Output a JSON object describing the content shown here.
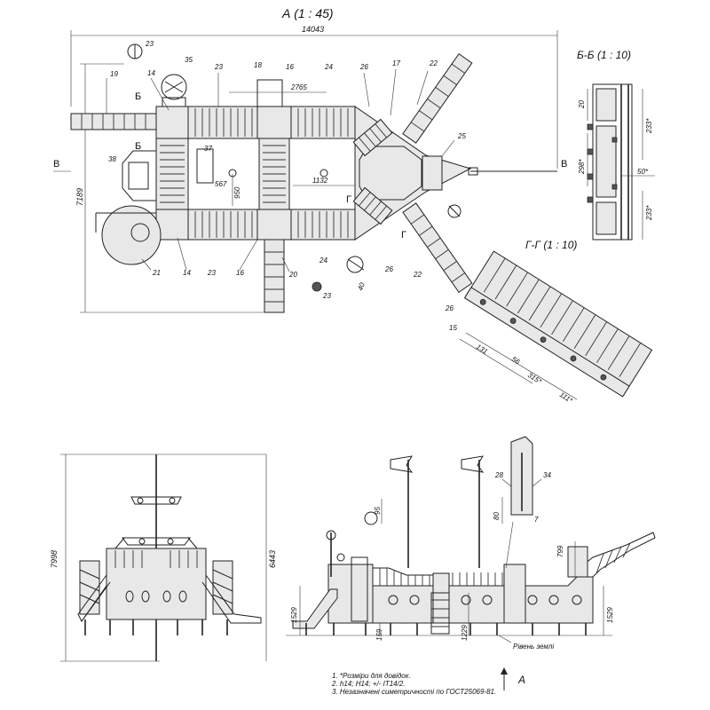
{
  "views": {
    "plan_title": "А (1 : 45)",
    "section_bb_title": "Б-Б (1 : 10)",
    "section_gg_title": "Г-Г (1 : 10)"
  },
  "section_marks": {
    "b": "Б",
    "v": "В",
    "g": "Г",
    "a": "А"
  },
  "plan_dims": {
    "overall_length": "14043",
    "overall_width": "7189",
    "d_2765": "2765",
    "d_1132": "1132",
    "d_950": "950",
    "d_567": "567",
    "d_40": "40"
  },
  "callouts": [
    "23",
    "35",
    "14",
    "23",
    "18",
    "16",
    "24",
    "26",
    "17",
    "22",
    "19",
    "25",
    "37",
    "38",
    "21",
    "14",
    "23",
    "16",
    "24",
    "26",
    "22",
    "20",
    "23",
    "Г"
  ],
  "bb_dims": {
    "d20": "20",
    "d233a": "233*",
    "d298": "298*",
    "d50": "50*",
    "d233b": "233*"
  },
  "gg_dims": {
    "c26": "26",
    "c15": "15",
    "d131": "131",
    "d56": "56",
    "d315": "315*",
    "d111": "111*"
  },
  "elevation_dims": {
    "height_total": "7998",
    "height_6443": "6443",
    "d95": "95",
    "d28": "28",
    "d34": "34",
    "d80": "80",
    "d7": "7",
    "d799": "799",
    "d1529_left": "1529",
    "d1529_right": "1529",
    "d159": "159",
    "d1229": "1229"
  },
  "ground_label": "Рівень землі",
  "notes": [
    "1. *Розміри для довідок.",
    "2. h14; H14; +/- IT14/2.",
    "3. Незазначені симетричності по ГОСТ25069-81."
  ]
}
